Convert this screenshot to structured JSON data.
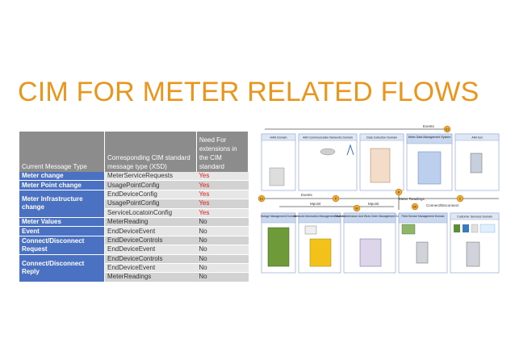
{
  "title": "CIM FOR METER RELATED FLOWS",
  "table": {
    "headers": [
      "Current Message Type",
      "Corresponding CIM standard message type (XSD)",
      "Need For extensions in the CIM standard"
    ],
    "groups": [
      {
        "type": "Meter change",
        "rows": [
          {
            "xsd": "MeterServiceRequests",
            "ext": "Yes"
          }
        ]
      },
      {
        "type": "Meter Point change",
        "rows": [
          {
            "xsd": "UsagePointConfig",
            "ext": "Yes"
          }
        ]
      },
      {
        "type": "Meter Infrastructure change",
        "rows": [
          {
            "xsd": "EndDeviceConfig",
            "ext": "Yes"
          },
          {
            "xsd": "UsagePointConfig",
            "ext": "Yes"
          },
          {
            "xsd": "ServiceLocatoinConfig",
            "ext": "Yes"
          }
        ]
      },
      {
        "type": "Meter Values",
        "rows": [
          {
            "xsd": "MeterReading",
            "ext": "No"
          }
        ]
      },
      {
        "type": "Event",
        "rows": [
          {
            "xsd": "EndDeviceEvent",
            "ext": "No"
          }
        ]
      },
      {
        "type": "Connect/Disconnect Request",
        "rows": [
          {
            "xsd": "EndDeviceControls",
            "ext": "No"
          },
          {
            "xsd": "EndDeviceEvent",
            "ext": "No"
          }
        ]
      },
      {
        "type": "Connect/Disconnect Reply",
        "rows": [
          {
            "xsd": "EndDeviceControls",
            "ext": "No"
          },
          {
            "xsd": "EndDeviceEvent",
            "ext": "No"
          },
          {
            "xsd": "MeterReadings",
            "ext": "No"
          }
        ]
      }
    ]
  },
  "diagram": {
    "top_domains": [
      "HAN Domain",
      "AMI Communication Networks Domain",
      "Data Collection Domain",
      "Meter Data Management System",
      "AMI tool"
    ],
    "bottom_domains": [
      "Outage Management Domain",
      "Network Information Management Domain",
      "Asset Maintenance And Work Order Management Domain",
      "Field Service Management Domain",
      "Customer Services Domain"
    ],
    "flow_labels": {
      "events_top": "Events",
      "events_left": "Events",
      "mpoint_left": "Mpoint",
      "mpoint_right": "Mpoint",
      "meter_readings": "Meter Readings",
      "connect_disconnect": "Connect/Disconnect"
    },
    "badges": [
      "E1",
      "E1",
      "P",
      "M",
      "R",
      "C",
      "MI"
    ],
    "colors": {
      "header": "#8c8c8c",
      "type_cell": "#4b72c2",
      "yes": "#e0201b",
      "title": "#e8961c",
      "domain_header": "#dfe7f5",
      "domain_header_alt": "#c9d7ef",
      "outage": "#6f9a3a",
      "network": "#f2c21b",
      "badge": "#f0a92f"
    }
  }
}
